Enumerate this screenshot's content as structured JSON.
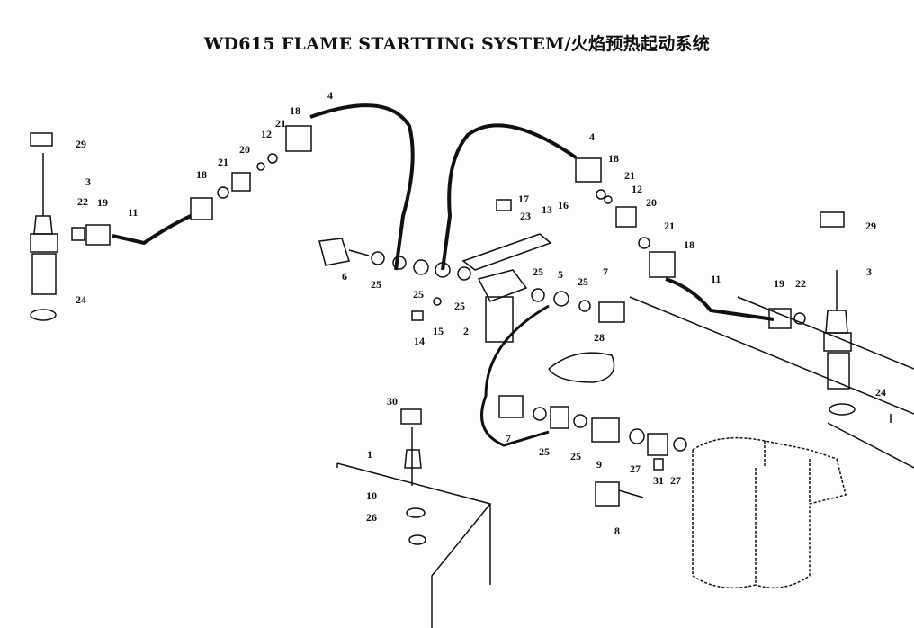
{
  "title": "WD615 FLAME STARTTING SYSTEM/火焰预热起动系统",
  "callouts": [
    "29",
    "3",
    "22",
    "19",
    "11",
    "24",
    "18",
    "21",
    "20",
    "12",
    "21",
    "18",
    "4",
    "17",
    "23",
    "13",
    "16",
    "6",
    "25",
    "25",
    "25",
    "25",
    "5",
    "25",
    "7",
    "14",
    "15",
    "2",
    "4",
    "18",
    "21",
    "12",
    "20",
    "21",
    "18",
    "11",
    "19",
    "22",
    "3",
    "29",
    "24",
    "28",
    "30",
    "1",
    "10",
    "26",
    "7",
    "25",
    "25",
    "9",
    "27",
    "31",
    "27",
    "8"
  ],
  "colors": {
    "ink": "#111111",
    "paper": "#fdfdfd"
  }
}
